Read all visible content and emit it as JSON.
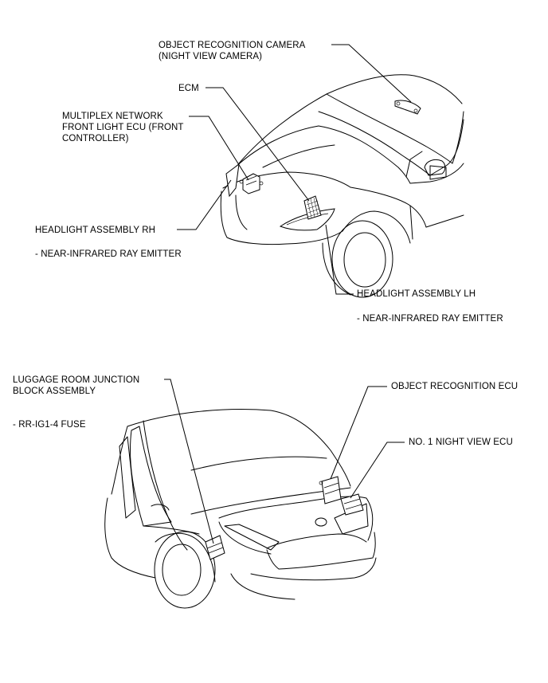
{
  "labels": {
    "camera": {
      "line1": "OBJECT RECOGNITION CAMERA",
      "line2": "(NIGHT VIEW CAMERA)"
    },
    "ecm": {
      "line1": "ECM"
    },
    "multiplex": {
      "line1": "MULTIPLEX NETWORK",
      "line2": "FRONT LIGHT ECU (FRONT",
      "line3": "CONTROLLER)"
    },
    "headlight_rh": {
      "line1": "HEADLIGHT ASSEMBLY RH",
      "note": "- NEAR-INFRARED RAY EMITTER"
    },
    "headlight_lh": {
      "line1": "HEADLIGHT ASSEMBLY LH",
      "note": "- NEAR-INFRARED RAY EMITTER"
    },
    "luggage": {
      "line1": "LUGGAGE ROOM JUNCTION",
      "line2": "BLOCK ASSEMBLY",
      "note": "- RR-IG1-4 FUSE"
    },
    "object_ecu": {
      "line1": "OBJECT RECOGNITION ECU"
    },
    "night_view_ecu": {
      "line1": "NO. 1 NIGHT VIEW ECU"
    }
  }
}
